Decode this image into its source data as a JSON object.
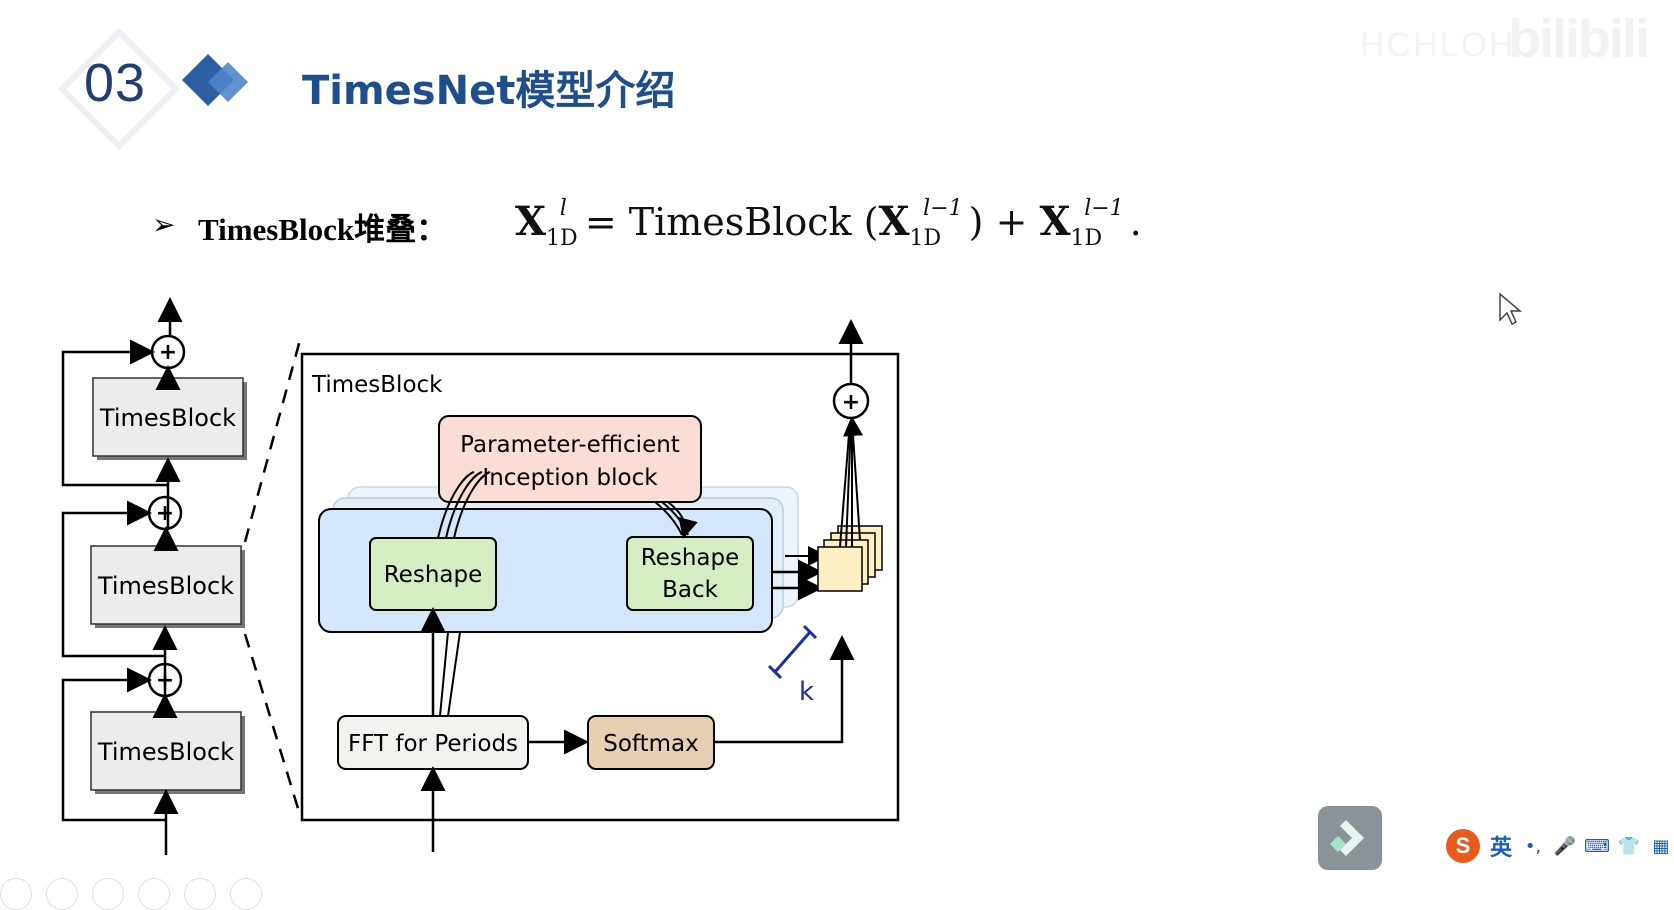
{
  "slide": {
    "section_number": "03",
    "title": "TimesNet模型介绍",
    "bullet_symbol": "➢",
    "bullet_label": "TimesBlock堆叠：",
    "formula": {
      "lhs_symbol": "X",
      "lhs_sub": "1D",
      "lhs_sup": "l",
      "equals": "=",
      "func": "TimesBlock",
      "arg_symbol": "X",
      "arg_sub": "1D",
      "arg_sup": "l−1",
      "plus": "+",
      "res_symbol": "X",
      "res_sub": "1D",
      "res_sup": "l−1",
      "end": "."
    }
  },
  "diagram": {
    "stack_blocks": [
      "TimesBlock",
      "TimesBlock",
      "TimesBlock"
    ],
    "plus_symbol": "+",
    "detail_title": "TimesBlock",
    "inception_line1": "Parameter-efficient",
    "inception_line2": "Inception block",
    "reshape": "Reshape",
    "reshape_back_line1": "Reshape",
    "reshape_back_line2": "Back",
    "fft": "FFT for Periods",
    "softmax": "Softmax",
    "k_label": "k",
    "colors": {
      "inception_fill": "#f9ddd6",
      "reshape_fill": "#d6ecc2",
      "blue_fill": "#d4e6f9",
      "softmax_fill": "#e7cfb1",
      "aggregate_fill": "#fdf1c4",
      "k_color": "#1a2fa0"
    }
  },
  "overlay": {
    "watermark": "bilibili",
    "ime_lang": "英",
    "ime_logo": "S"
  }
}
